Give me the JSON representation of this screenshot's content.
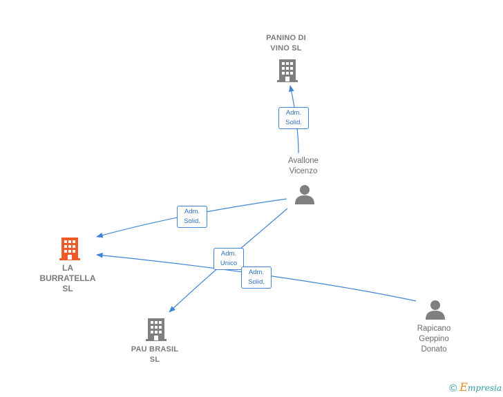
{
  "nodes": {
    "panino": {
      "label_line1": "PANINO DI",
      "label_line2": "VINO  SL",
      "type": "company",
      "color": "#7f7f7f"
    },
    "avallone": {
      "label_line1": "Avallone",
      "label_line2": "Vicenzo",
      "type": "person",
      "color": "#7f7f7f"
    },
    "burratella": {
      "label_line1": "LA",
      "label_line2": "BURRATELLA",
      "label_line3": "SL",
      "type": "company-main",
      "color": "#f05a28"
    },
    "pau": {
      "label_line1": "PAU BRASIL",
      "label_line2": "SL",
      "type": "company",
      "color": "#7f7f7f"
    },
    "rapicano": {
      "label_line1": "Rapicano",
      "label_line2": "Geppino",
      "label_line3": "Donato",
      "type": "person",
      "color": "#7f7f7f"
    }
  },
  "edges": [
    {
      "from": "avallone",
      "to": "panino",
      "line1": "Adm.",
      "line2": "Solid."
    },
    {
      "from": "avallone",
      "to": "burratella",
      "line1": "Adm.",
      "line2": "Solid."
    },
    {
      "from": "avallone",
      "to": "pau",
      "line1": "Adm.",
      "line2": "Unico"
    },
    {
      "from": "rapicano",
      "to": "burratella",
      "line1": "Adm.",
      "line2": "Solid."
    }
  ],
  "colors": {
    "edge": "#3d84d6",
    "accent": "#f05a28",
    "node": "#7f7f7f"
  },
  "footer": {
    "copyright": "©",
    "brand_initial": "E",
    "brand_rest": "mpresia"
  }
}
